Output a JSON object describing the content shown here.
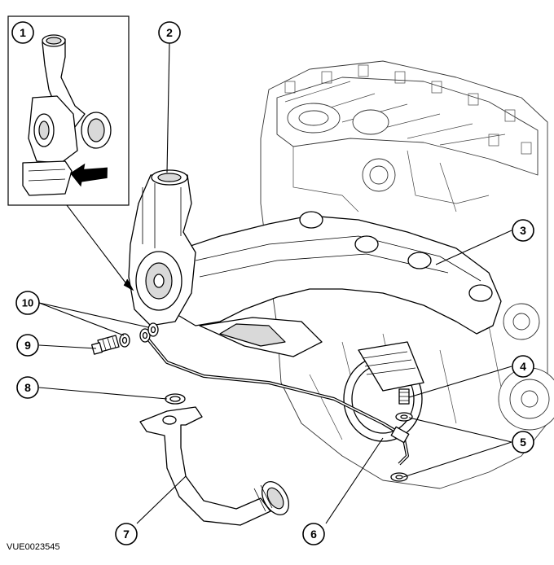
{
  "reference_code": "VUE0023545",
  "callouts": [
    "1",
    "2",
    "3",
    "4",
    "5",
    "6",
    "7",
    "8",
    "9",
    "10"
  ]
}
